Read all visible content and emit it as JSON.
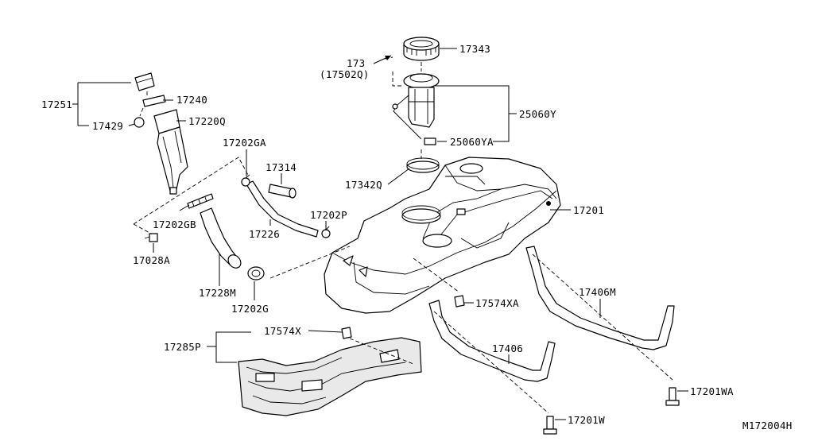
{
  "diagram": {
    "catalog_id": "M172004H",
    "labels": {
      "p17343": "17343",
      "p173": "173",
      "p17502q": "(17502Q)",
      "p17251": "17251",
      "p17240": "17240",
      "p17429": "17429",
      "p17220q": "17220Q",
      "p25060y": "25060Y",
      "p25060ya": "25060YA",
      "p17202ga": "17202GA",
      "p17314": "17314",
      "p17342q": "17342Q",
      "p17202gb": "17202GB",
      "p17202p": "17202P",
      "p17201": "17201",
      "p17226": "17226",
      "p17028a": "17028A",
      "p17228m": "17228M",
      "p17202g": "17202G",
      "p17574xa": "17574XA",
      "p17406m": "17406M",
      "p17574x": "17574X",
      "p17285p": "17285P",
      "p17406": "17406",
      "p17201wa": "17201WA",
      "p17201w": "17201W"
    }
  }
}
